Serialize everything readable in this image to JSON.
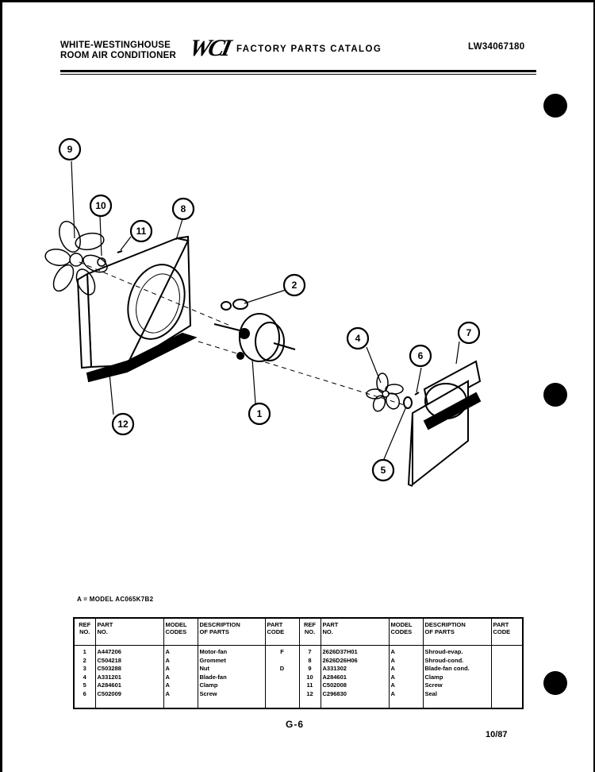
{
  "header": {
    "brand_line1": "WHITE-WESTINGHOUSE",
    "brand_line2": "ROOM AIR CONDITIONER",
    "logo": "WCI",
    "title": "FACTORY PARTS CATALOG",
    "catalog_code": "LW34067180"
  },
  "diagram": {
    "callouts": [
      "1",
      "2",
      "4",
      "5",
      "6",
      "7",
      "8",
      "9",
      "10",
      "11",
      "12"
    ]
  },
  "model_note": "A = MODEL AC065K7B2",
  "parts_table": {
    "headers": {
      "ref": [
        "REF",
        "NO."
      ],
      "part": [
        "PART",
        "NO."
      ],
      "model": [
        "MODEL",
        "CODES"
      ],
      "desc": [
        "DESCRIPTION",
        "OF PARTS"
      ],
      "code": [
        "PART",
        "CODE"
      ]
    },
    "left": {
      "ref": [
        "1",
        "2",
        "3",
        "4",
        "5",
        "6"
      ],
      "part": [
        "A447206",
        "C504218",
        "C503288",
        "A331201",
        "A284601",
        "C502009"
      ],
      "model": [
        "A",
        "A",
        "A",
        "A",
        "A",
        "A"
      ],
      "desc": [
        "Motor-fan",
        "Grommet",
        "Nut",
        "Blade-fan",
        "Clamp",
        "Screw"
      ],
      "code": [
        "F",
        "",
        "D",
        "",
        "",
        ""
      ]
    },
    "right": {
      "ref": [
        "7",
        "8",
        "9",
        "10",
        "11",
        "12"
      ],
      "part": [
        "2626D37H01",
        "2626D26H06",
        "A331302",
        "A284601",
        "C502008",
        "C296830"
      ],
      "model": [
        "A",
        "A",
        "A",
        "A",
        "A",
        "A"
      ],
      "desc": [
        "Shroud-evap.",
        "Shroud-cond.",
        "Blade-fan cond.",
        "Clamp",
        "Screw",
        "Seal"
      ],
      "code": [
        "",
        "",
        "",
        "",
        "",
        ""
      ]
    }
  },
  "footer": {
    "page": "G-6",
    "date": "10/87"
  }
}
